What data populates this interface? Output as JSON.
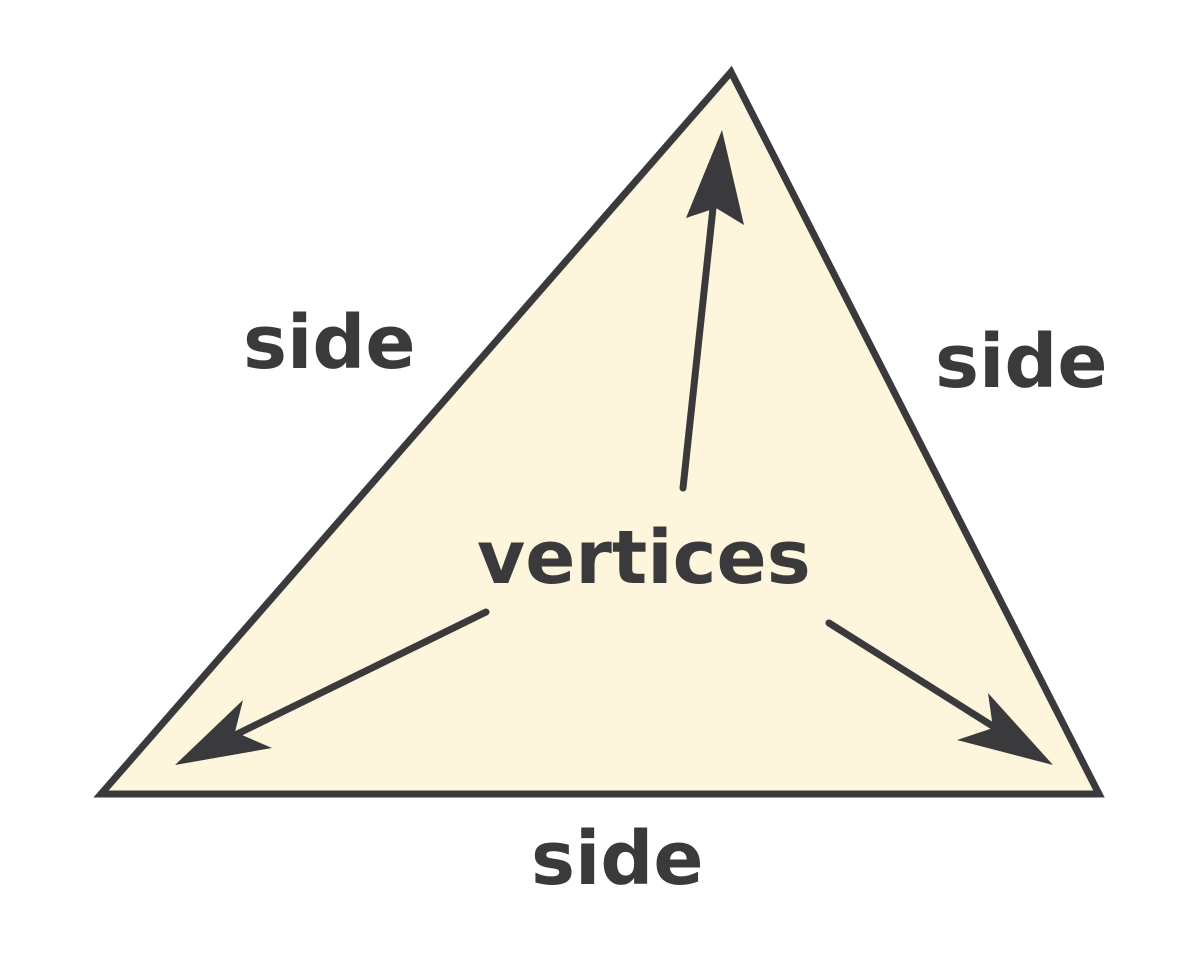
{
  "colors": {
    "triangle_fill": "#fdf6dc",
    "stroke": "#3a3a3c",
    "text": "#3a3a3c",
    "background": "#ffffff"
  },
  "labels": {
    "side_left": "side",
    "side_right": "side",
    "side_bottom": "side",
    "vertices": "vertices"
  }
}
